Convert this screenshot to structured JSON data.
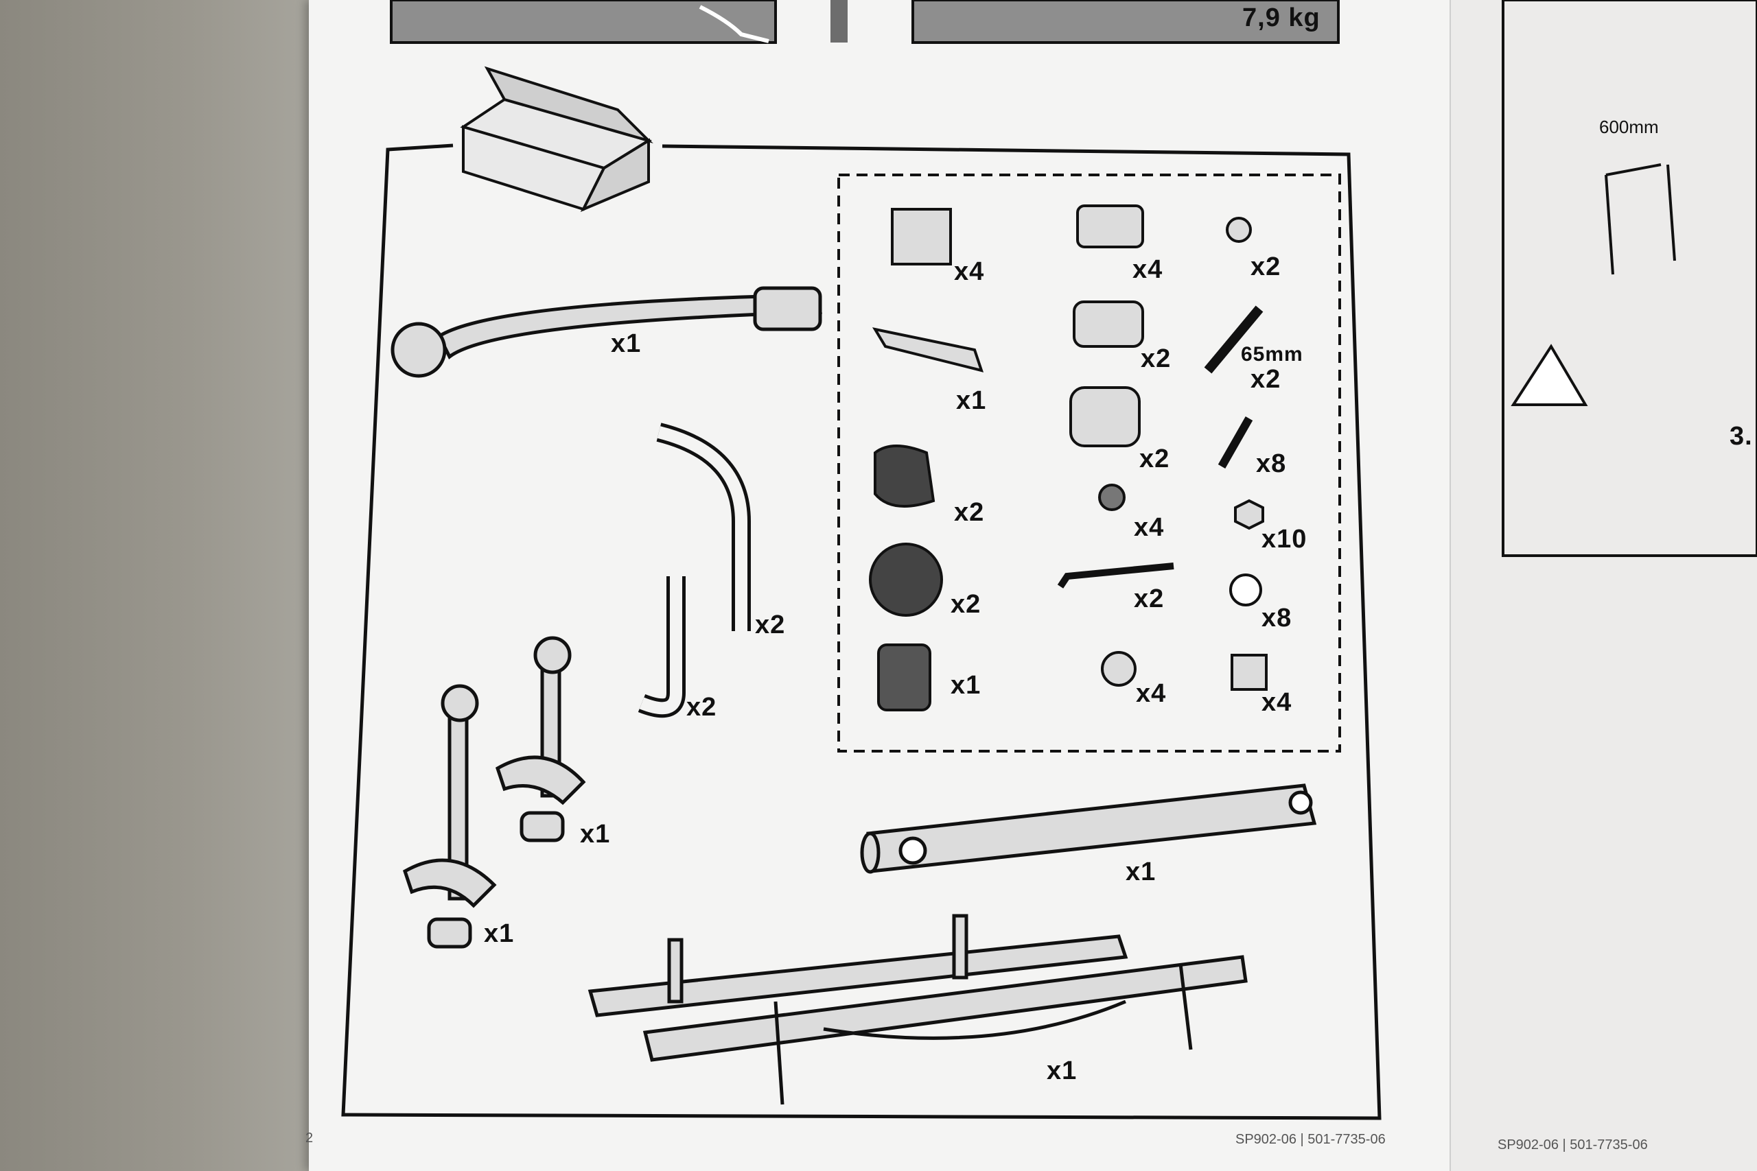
{
  "top_strip": {
    "weight": "7,9 kg"
  },
  "parts": {
    "bracket_arm": "x1",
    "hook_large": "x2",
    "hook_small": "x2",
    "wheel_holder_a": "x1",
    "wheel_holder_b": "x1",
    "main_tube": "x1",
    "rail_assembly": "x1",
    "plate": "x4",
    "end_cap": "x4",
    "screw_small": "x2",
    "clip": "x1",
    "clamp": "x2",
    "long_bolt_size": "65mm",
    "long_bolt_qty": "x2",
    "knob_square": "x2",
    "sleeve": "x2",
    "carriage_bolt": "x8",
    "knob_round": "x2",
    "washer": "x4",
    "nut": "x10",
    "lock_washer": "x8",
    "allen_key": "x2",
    "strap": "x1",
    "key_knob": "x4",
    "square_washer": "x4"
  },
  "footer": {
    "page_number": "2",
    "doc_code_left": "SP902-06 | 501-7735-06",
    "doc_code_right": "SP902-06 | 501-7735-06"
  },
  "right_page": {
    "dimension": "600mm",
    "step_ref": "3."
  },
  "colors": {
    "page": "#f4f4f3",
    "ink": "#111111",
    "grey_fill": "#8e8e8e"
  }
}
